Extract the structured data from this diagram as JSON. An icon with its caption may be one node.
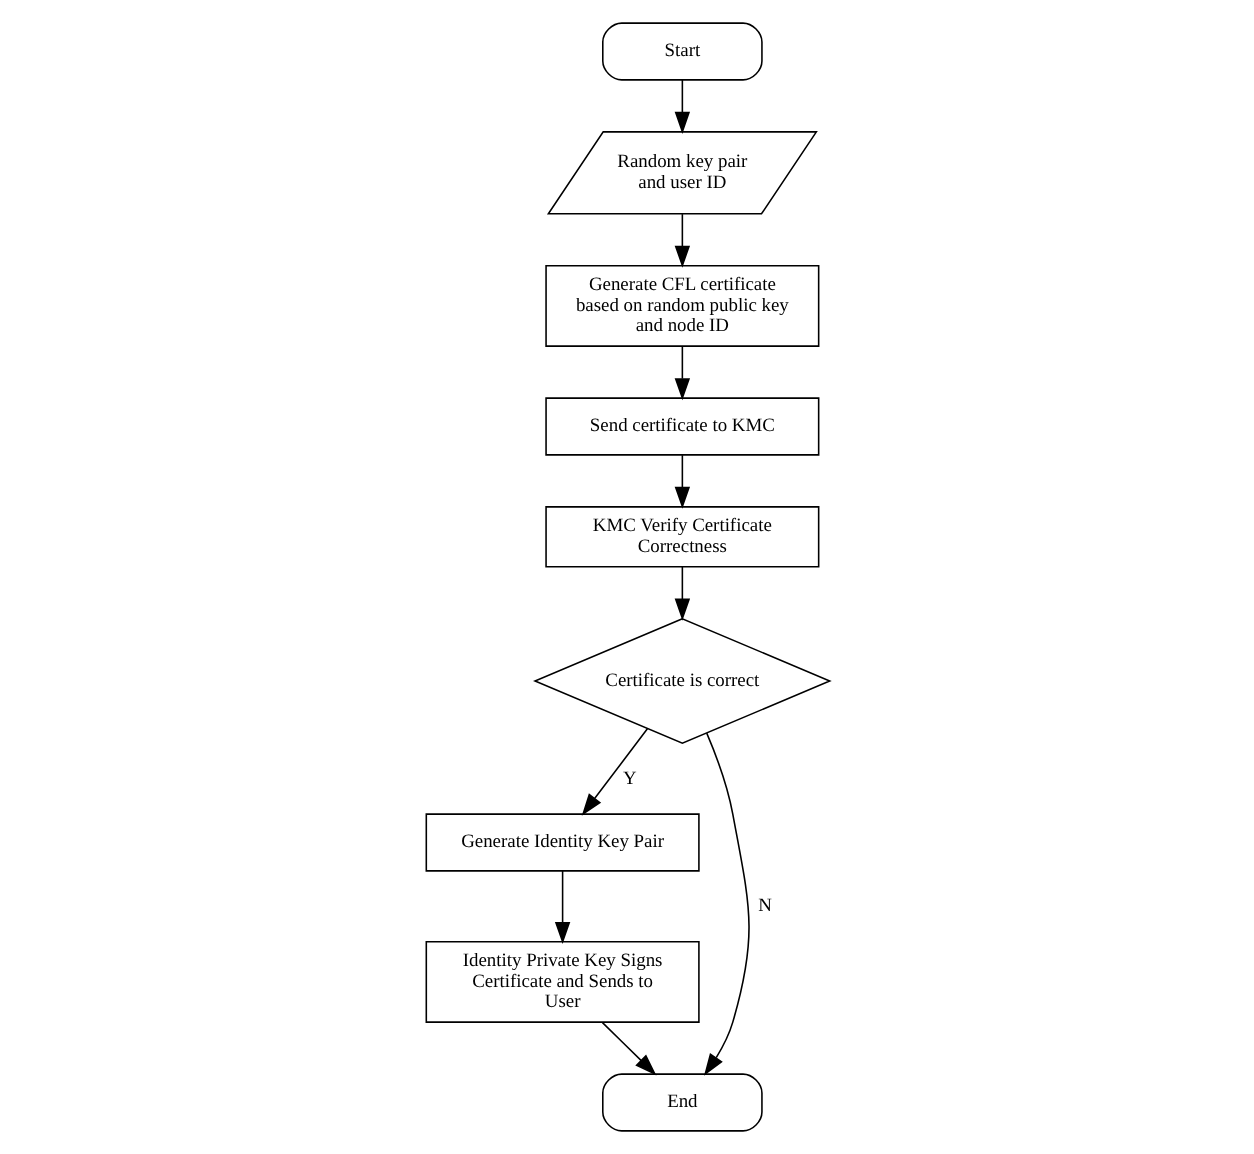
{
  "diagram": {
    "nodes": [
      {
        "text": [
          "Start"
        ]
      },
      {
        "text": [
          "Random key pair and user ID"
        ]
      },
      {
        "text": [
          "Generate CFL certificate based on random public key and node ID"
        ]
      },
      {
        "text": [
          "Send certificate to KMC"
        ]
      },
      {
        "text": [
          "KMC Verify Certificate Correctness"
        ]
      },
      {
        "text": [
          "Certificate is correct"
        ]
      },
      {
        "text": [
          "Generate Identity Key Pair"
        ]
      },
      {
        "text": [
          "Identity Private Key Signs Certificate and Sends to User"
        ]
      },
      {
        "text": [
          "End"
        ]
      }
    ],
    "edges": [
      {
        "from": 0,
        "to": 1,
        "arrow": "to"
      },
      {
        "from": 1,
        "to": 2,
        "arrow": "to"
      },
      {
        "from": 2,
        "to": 3,
        "arrow": "to"
      },
      {
        "from": 3,
        "to": 4,
        "arrow": "to"
      },
      {
        "from": 4,
        "to": 5,
        "arrow": "to"
      },
      {
        "from": 5,
        "to": 6,
        "label": "Y",
        "arrow": "to"
      },
      {
        "from": 6,
        "to": 7,
        "arrow": "to"
      },
      {
        "from": 7,
        "to": 8,
        "arrow": "to"
      },
      {
        "from": 5,
        "to": 8,
        "label": "N",
        "arrow": "to"
      }
    ]
  }
}
